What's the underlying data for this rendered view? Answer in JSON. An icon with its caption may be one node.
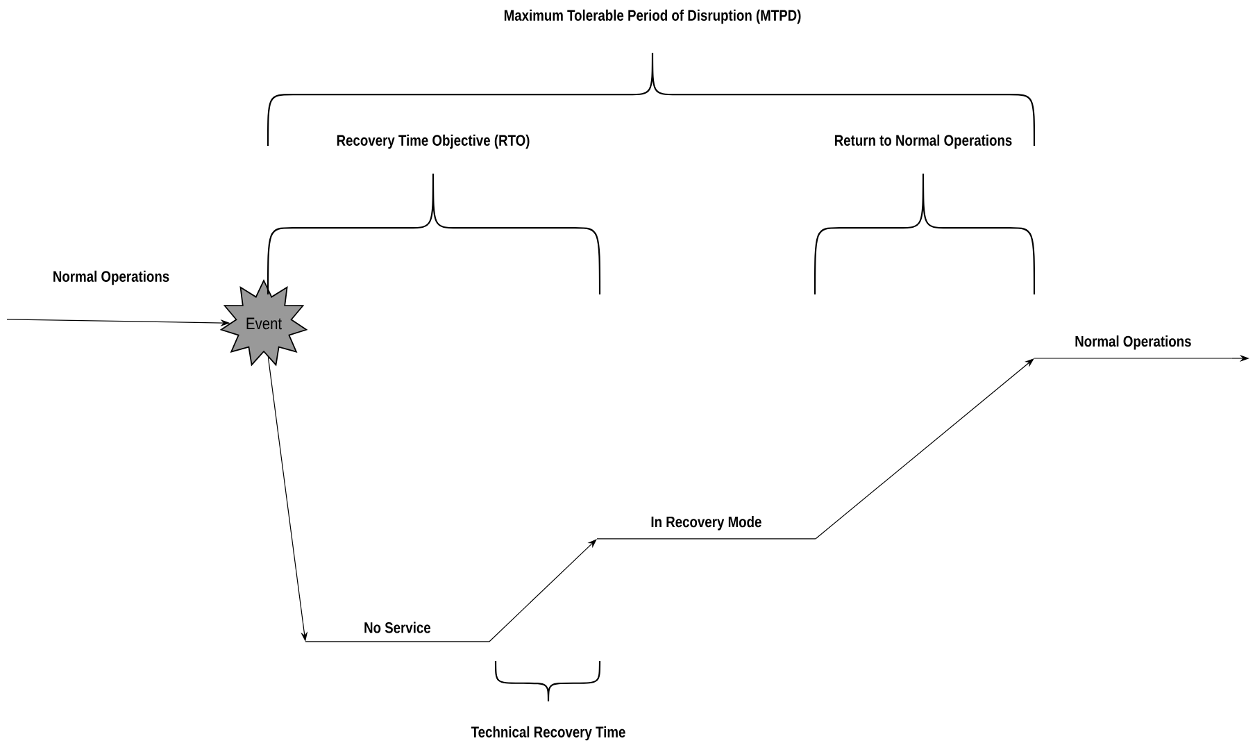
{
  "diagram": {
    "nodes": [
      {
        "text": [
          "Event"
        ]
      },
      {
        "text": [
          "No Service"
        ]
      },
      {
        "text": [
          "In Recovery Mode"
        ]
      },
      {
        "text": [
          "Normal Operations"
        ]
      }
    ],
    "edges": [
      {
        "from": null,
        "to": 0,
        "arrow": "to"
      },
      {
        "from": 0,
        "to": 1,
        "arrow": "to"
      },
      {
        "from": 1,
        "to": 2,
        "arrow": "to"
      },
      {
        "from": 2,
        "to": 3,
        "arrow": "to"
      },
      {
        "from": 3,
        "to": null,
        "arrow": "to"
      }
    ],
    "labels": [
      "Maximum Tolerable Period of Disruption (MTPD)",
      "Recovery Time Objective (RTO)",
      "Return to Normal Operations",
      "Normal Operations",
      "Technical Recovery Time"
    ]
  }
}
